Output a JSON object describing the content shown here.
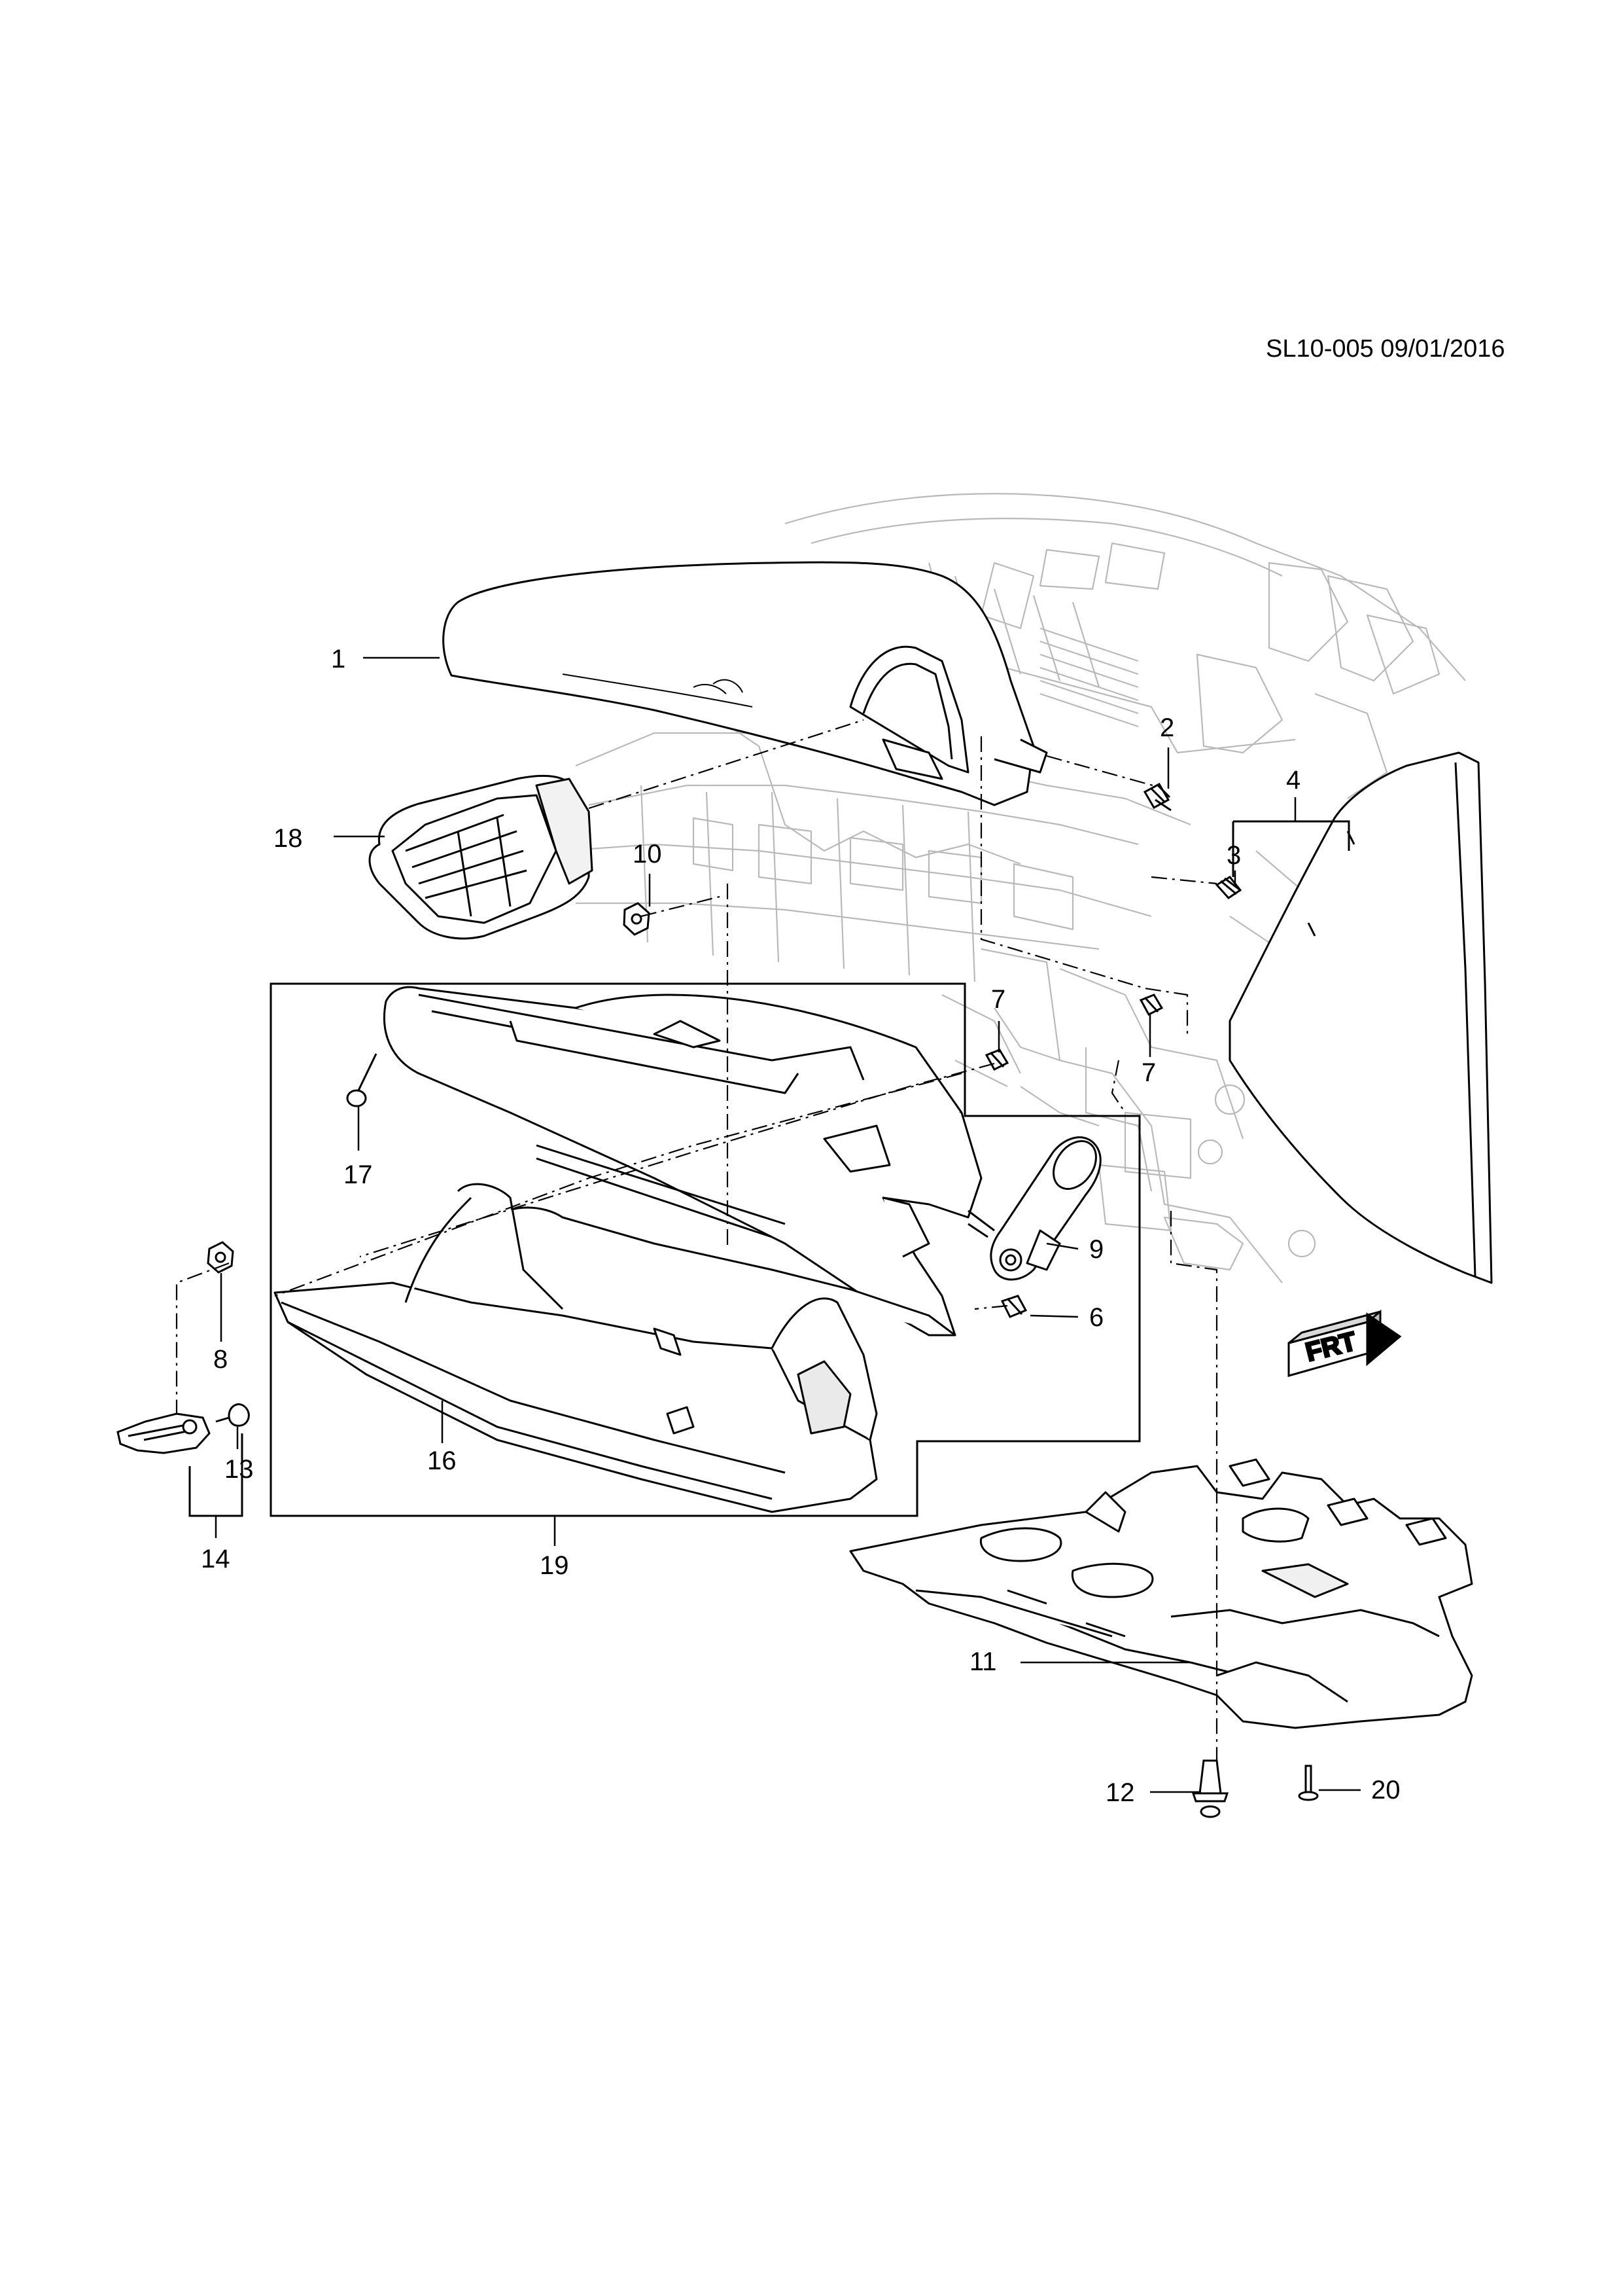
{
  "header": {
    "reference": "SL10-005 09/01/2016"
  },
  "orientation_badge": {
    "text": "FRT"
  },
  "callouts": [
    "1",
    "2",
    "3",
    "4",
    "6",
    "7",
    "7",
    "8",
    "9",
    "10",
    "11",
    "12",
    "13",
    "14",
    "16",
    "17",
    "18",
    "19",
    "20"
  ],
  "colors": {
    "line": "#000000",
    "background_line": "#b9b9b9",
    "background": "#ffffff"
  }
}
